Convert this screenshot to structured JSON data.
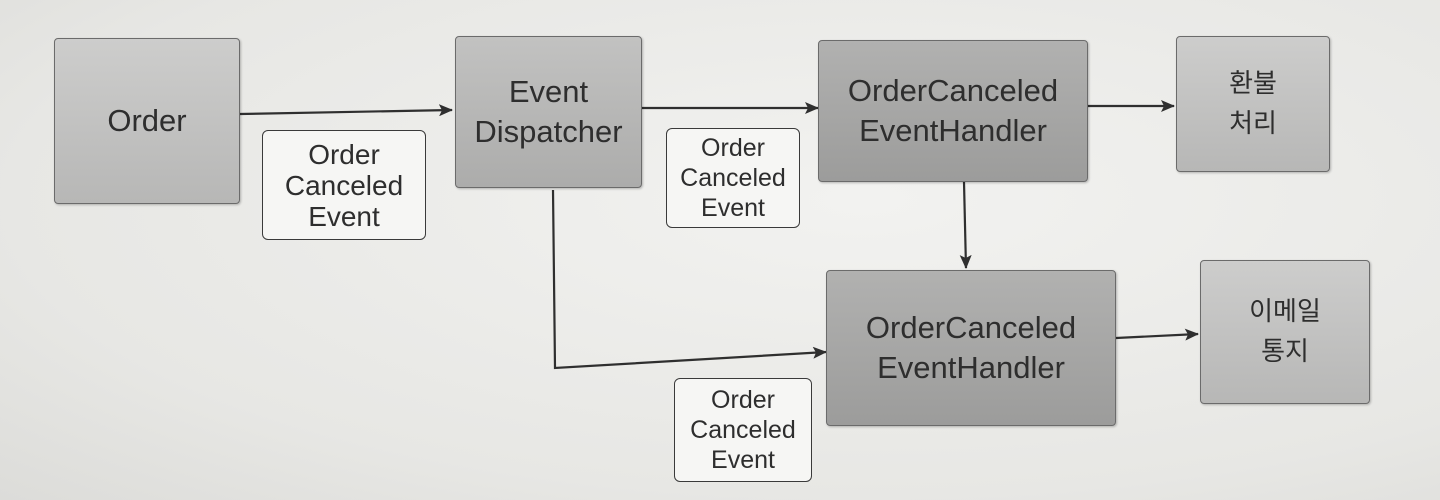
{
  "nodes": {
    "order": [
      "Order"
    ],
    "dispatcher": [
      "Event",
      "Dispatcher"
    ],
    "handler_top": [
      "OrderCanceled",
      "EventHandler"
    ],
    "refund": [
      "환불",
      "처리"
    ],
    "handler_bottom": [
      "OrderCanceled",
      "EventHandler"
    ],
    "email": [
      "이메일",
      "통지"
    ]
  },
  "events": {
    "order_to_dispatcher": [
      "Order",
      "Canceled",
      "Event"
    ],
    "dispatcher_to_handler_top": [
      "Order",
      "Canceled",
      "Event"
    ],
    "dispatcher_to_handler_bottom": [
      "Order",
      "Canceled",
      "Event"
    ]
  },
  "colors": {
    "line": "#2f2f2f",
    "box_border": "#6b6b6b",
    "event_bg": "#f6f6f4",
    "background": "#ececea"
  }
}
